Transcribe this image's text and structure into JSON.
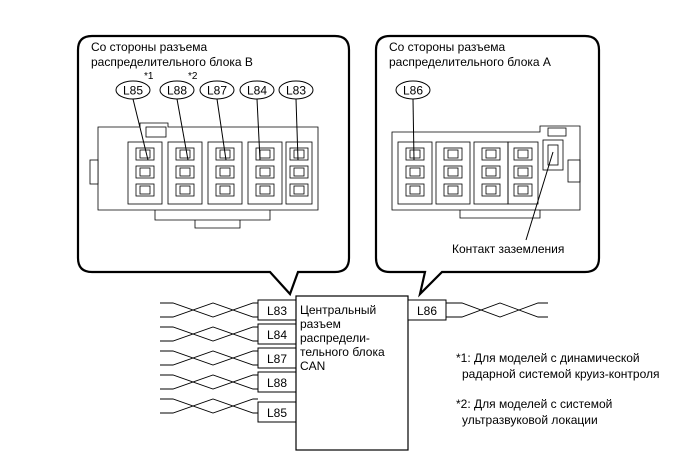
{
  "left_callout": {
    "title_line1": "Со стороны разъема",
    "title_line2": "распределительного блока B",
    "pins": [
      "L85",
      "L88",
      "L87",
      "L84",
      "L83"
    ],
    "pin_notes": [
      "*1",
      "*2",
      "",
      "",
      ""
    ]
  },
  "right_callout": {
    "title_line1": "Со стороны разъема",
    "title_line2": "распределительного блока A",
    "pin": "L86",
    "ground_label": "Контакт заземления"
  },
  "junction_block": {
    "label_lines": [
      "Центральный",
      "разъем",
      "распредели-",
      "тельного блока",
      "CAN"
    ],
    "left_ports": [
      "L83",
      "L84",
      "L87",
      "L88",
      "L85"
    ],
    "right_port": "L86"
  },
  "notes": {
    "note1_line1": "*1: Для моделей с динамической",
    "note1_line2": "радарной системой круиз-контроля",
    "note2_line1": "*2: Для моделей с системой",
    "note2_line2": "ультразвуковой локации"
  }
}
